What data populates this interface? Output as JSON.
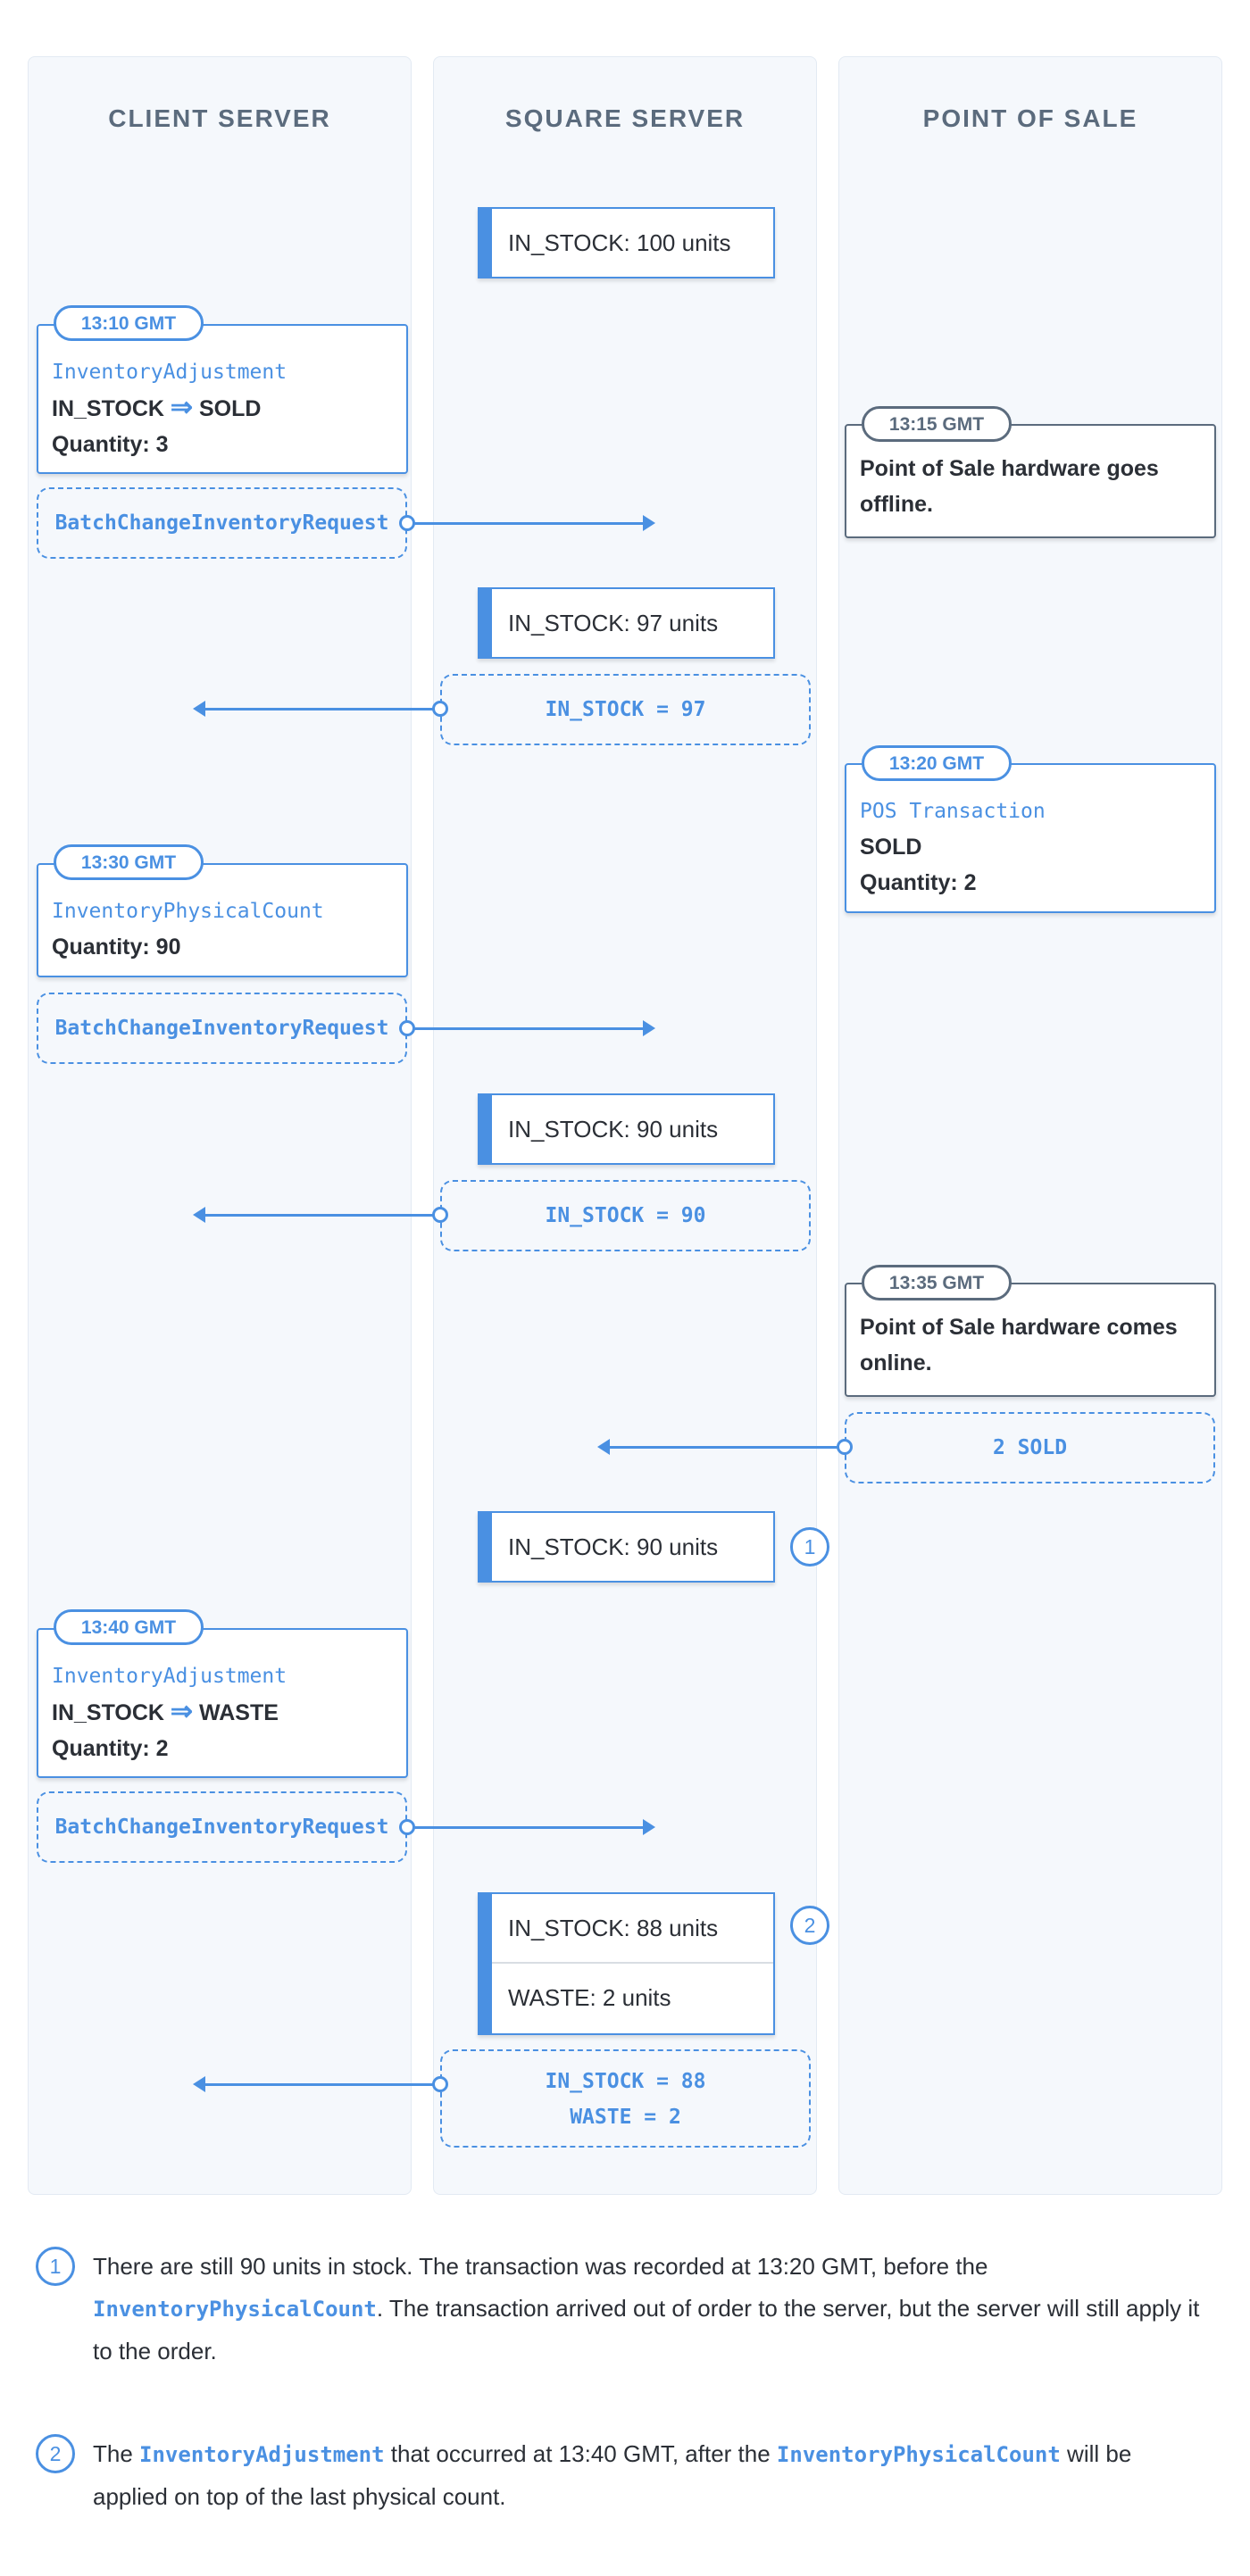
{
  "columns": {
    "client": "CLIENT SERVER",
    "square": "SQUARE SERVER",
    "pos": "POINT OF SALE"
  },
  "square_states": {
    "s1": "IN_STOCK: 100 units",
    "s2": "IN_STOCK: 97 units",
    "s3": "IN_STOCK: 90 units",
    "s4": "IN_STOCK: 90 units",
    "s5a": "IN_STOCK: 88 units",
    "s5b": "WASTE: 2 units"
  },
  "client_events": {
    "e1": {
      "time": "13:10 GMT",
      "type": "InventoryAdjustment",
      "from": "IN_STOCK",
      "arrow": "⇒",
      "to": "SOLD",
      "qty": "Quantity: 3"
    },
    "e2": {
      "time": "13:30 GMT",
      "type": "InventoryPhysicalCount",
      "qty": "Quantity: 90"
    },
    "e3": {
      "time": "13:40 GMT",
      "type": "InventoryAdjustment",
      "from": "IN_STOCK",
      "arrow": "⇒",
      "to": "WASTE",
      "qty": "Quantity: 2"
    }
  },
  "pos_events": {
    "p1": {
      "time": "13:15 GMT",
      "text": "Point of Sale hardware goes offline."
    },
    "p2": {
      "time": "13:20 GMT",
      "type": "POS Transaction",
      "state": "SOLD",
      "qty": "Quantity: 2"
    },
    "p3": {
      "time": "13:35 GMT",
      "text": "Point of Sale hardware comes online."
    }
  },
  "messages": {
    "request": "BatchChangeInventoryRequest",
    "r1": "IN_STOCK = 97",
    "r2": "IN_STOCK = 90",
    "r3a": "IN_STOCK = 88",
    "r3b": "WASTE = 2",
    "pos_sync": "2 SOLD"
  },
  "markers": {
    "m1": "1",
    "m2": "2"
  },
  "notes": {
    "n1": {
      "num": "1",
      "part1": "There are still 90 units in stock. The transaction was recorded at 13:20 GMT, before the ",
      "code1": "InventoryPhysicalCount",
      "part2": ". The transaction arrived out of order to the server, but the server will still apply it to the order."
    },
    "n2": {
      "num": "2",
      "part1": "The ",
      "code1": "InventoryAdjustment",
      "part2": " that occurred at 13:40 GMT, after the ",
      "code2": "InventoryPhysicalCount",
      "part3": " will be applied on top of the last physical count."
    }
  },
  "colors": {
    "accent": "#4a90e2",
    "slate": "#5b6b7d",
    "lane": "#f5f8fc"
  }
}
